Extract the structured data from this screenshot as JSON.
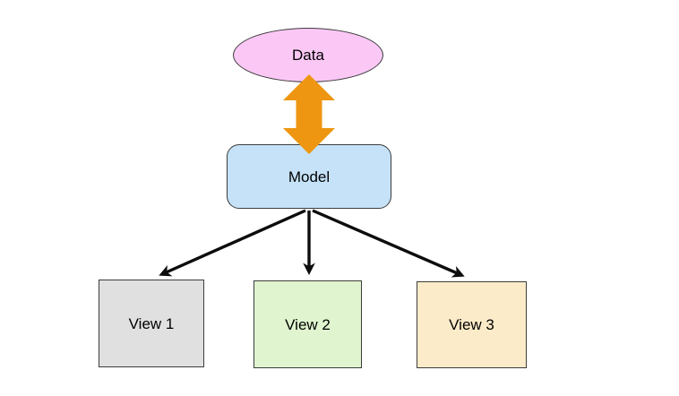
{
  "diagram": {
    "nodes": {
      "data": {
        "label": "Data",
        "shape": "ellipse"
      },
      "model": {
        "label": "Model",
        "shape": "rounded-rectangle"
      },
      "view1": {
        "label": "View 1",
        "shape": "rectangle"
      },
      "view2": {
        "label": "View 2",
        "shape": "rectangle"
      },
      "view3": {
        "label": "View 3",
        "shape": "rectangle"
      }
    },
    "edges": [
      {
        "from": "Data",
        "to": "Model",
        "style": "double-headed-block-arrow"
      },
      {
        "from": "Model",
        "to": "View 1",
        "style": "arrow"
      },
      {
        "from": "Model",
        "to": "View 2",
        "style": "arrow"
      },
      {
        "from": "Model",
        "to": "View 3",
        "style": "arrow"
      }
    ],
    "colors": {
      "canvas_bg": "#ffffff",
      "node_border": "#3c3c3c",
      "fill_data": "#fbc8f6",
      "fill_model": "#c5e2f9",
      "fill_view1": "#e0e0e0",
      "fill_view2": "#e0f5cf",
      "fill_view3": "#fcebc8",
      "arrow_black": "#0d0d0d",
      "arrow_orange": "#ee9611"
    }
  }
}
